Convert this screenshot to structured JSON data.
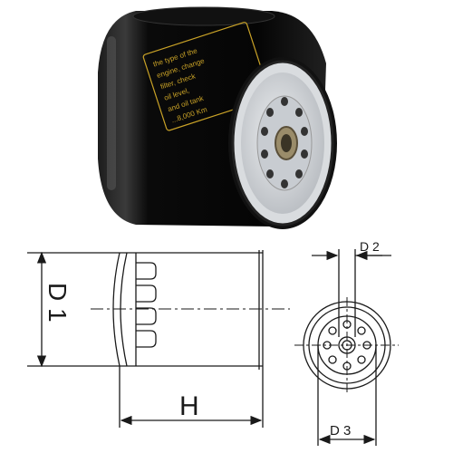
{
  "product_photo": {
    "body_color": "#0a0a0a",
    "label_color": "#c9a227",
    "label_lines": [
      "the type of the",
      "engine, change",
      "filter, check",
      "oil level,",
      "and oil tank",
      "...8,000 Km"
    ],
    "base_plate_color": "#d4d7db"
  },
  "side_view": {
    "labels": {
      "height": "H",
      "diameter": "D 1"
    }
  },
  "end_view": {
    "labels": {
      "thread": "D 2",
      "gasket": "D 3"
    }
  },
  "colors": {
    "line": "#1a1a1a",
    "background": "#ffffff"
  }
}
